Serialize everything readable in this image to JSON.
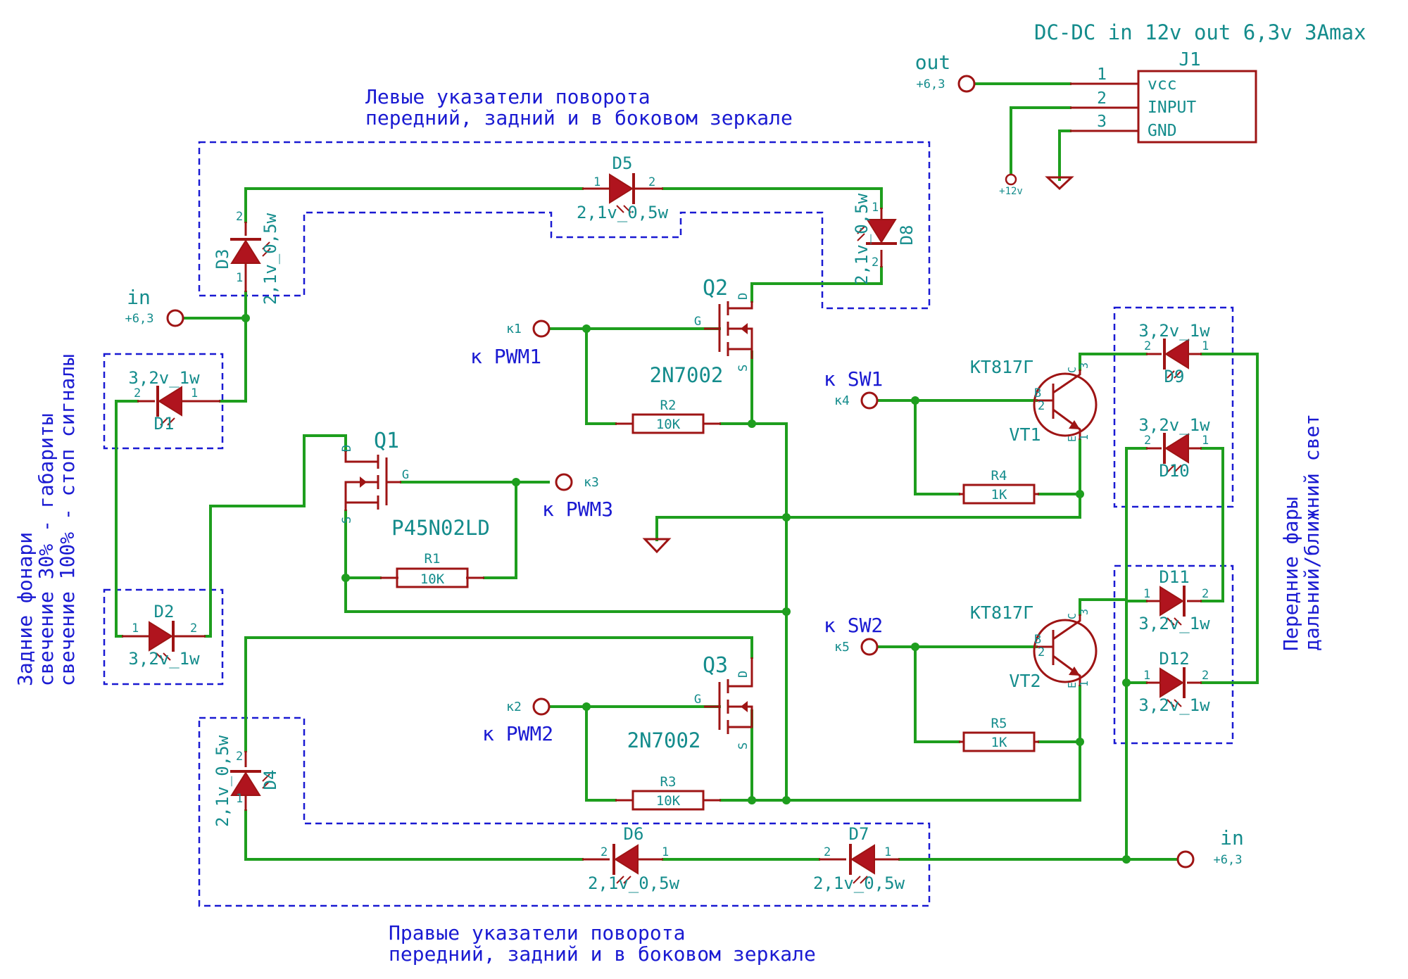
{
  "notes": {
    "dcdc": "DC-DC in 12v out 6,3v 3Amax",
    "left_turn_1": "Левые указатели поворота",
    "left_turn_2": "передний, задний и в боковом зеркале",
    "right_turn_1": "Правые указатели поворота",
    "right_turn_2": "передний, задний и в боковом зеркале",
    "rear_1": "Задние фонари",
    "rear_2": "свечение 30% - габариты",
    "rear_3": "свечение 100% - стоп сигналы",
    "front_1": "Передние фары",
    "front_2": "дальний/ближний свет"
  },
  "j1": {
    "ref": "J1",
    "pins": [
      "vcc",
      "INPUT",
      "GND"
    ],
    "pin_numbers": [
      "1",
      "2",
      "3"
    ],
    "out_label": "out",
    "out_value": "+6,3",
    "in_value": "+12v"
  },
  "ports": {
    "in_top": {
      "label": "in",
      "value": "+6,3"
    },
    "in_bottom": {
      "label": "in",
      "value": "+6,3"
    },
    "k1": {
      "id": "к1",
      "label": "к PWM1"
    },
    "k2": {
      "id": "к2",
      "label": "к PWM2"
    },
    "k3": {
      "id": "к3",
      "label": "к PWM3"
    },
    "k4": {
      "id": "к4",
      "label": "к SW1"
    },
    "k5": {
      "id": "к5",
      "label": "к SW2"
    }
  },
  "transistors": {
    "q1": {
      "ref": "Q1",
      "value": "P45N02LD",
      "pins": [
        "D",
        "G",
        "S"
      ]
    },
    "q2": {
      "ref": "Q2",
      "value": "2N7002",
      "pins": [
        "D",
        "G",
        "S"
      ]
    },
    "q3": {
      "ref": "Q3",
      "value": "2N7002",
      "pins": [
        "D",
        "G",
        "S"
      ]
    },
    "vt1": {
      "ref": "VT1",
      "value": "KT817Г",
      "pins": [
        "B",
        "C",
        "E"
      ]
    },
    "vt2": {
      "ref": "VT2",
      "value": "KT817Г",
      "pins": [
        "B",
        "C",
        "E"
      ]
    }
  },
  "resistors": {
    "r1": {
      "ref": "R1",
      "value": "10K"
    },
    "r2": {
      "ref": "R2",
      "value": "10K"
    },
    "r3": {
      "ref": "R3",
      "value": "10K"
    },
    "r4": {
      "ref": "R4",
      "value": "1K"
    },
    "r5": {
      "ref": "R5",
      "value": "1K"
    }
  },
  "diodes": {
    "d1": {
      "ref": "D1",
      "value": "3,2v_1w"
    },
    "d2": {
      "ref": "D2",
      "value": "3,2v_1w"
    },
    "d3": {
      "ref": "D3",
      "value": "2,1v_0,5w"
    },
    "d4": {
      "ref": "D4",
      "value": "2,1v_0,5w"
    },
    "d5": {
      "ref": "D5",
      "value": "2,1v_0,5w"
    },
    "d6": {
      "ref": "D6",
      "value": "2,1v_0,5w"
    },
    "d7": {
      "ref": "D7",
      "value": "2,1v_0,5w"
    },
    "d8": {
      "ref": "D8",
      "value": "2,1v_0,5w"
    },
    "d9": {
      "ref": "D9",
      "value": "3,2v_1w"
    },
    "d10": {
      "ref": "D10",
      "value": "3,2v_1w"
    },
    "d11": {
      "ref": "D11",
      "value": "3,2v_1w"
    },
    "d12": {
      "ref": "D12",
      "value": "3,2v_1w"
    }
  },
  "pin_labels": {
    "one": "1",
    "two": "2",
    "three": "3"
  },
  "colors": {
    "wire": "#1e9e1e",
    "component": "#9e1414",
    "label_teal": "#148c8c",
    "label_blue": "#1a1ad2"
  }
}
